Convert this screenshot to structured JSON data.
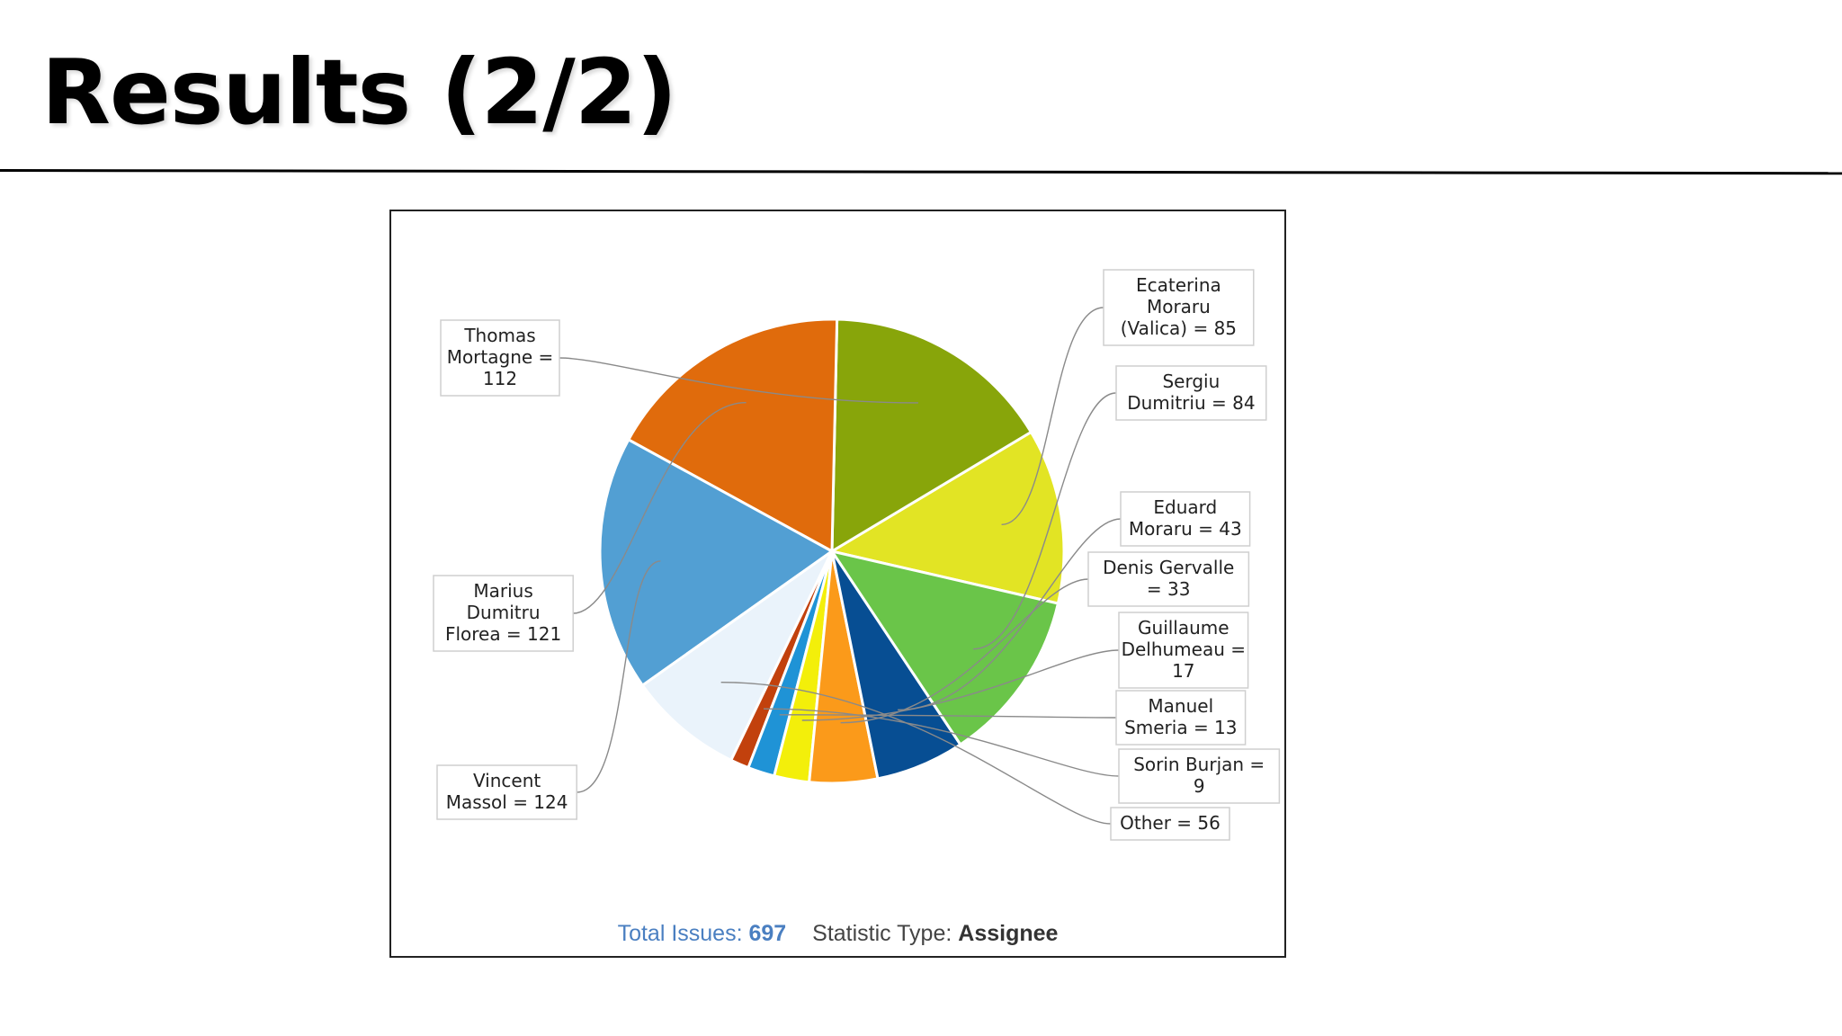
{
  "slide": {
    "title": "Results (2/2)"
  },
  "chart_data": {
    "type": "pie",
    "start_angle_deg": -13,
    "direction": "counterclockwise",
    "slices": [
      {
        "label_lines": [
          "Ecaterina",
          "Moraru",
          "(Valica) = 85"
        ],
        "name": "Ecaterina Moraru (Valica)",
        "value": 85,
        "color": "#e2e424"
      },
      {
        "label_lines": [
          "Thomas",
          "Mortagne =",
          "112"
        ],
        "name": "Thomas Mortagne",
        "value": 112,
        "color": "#88a50a"
      },
      {
        "label_lines": [
          "Marius",
          "Dumitru",
          "Florea = 121"
        ],
        "name": "Marius Dumitru Florea",
        "value": 121,
        "color": "#e06b0c"
      },
      {
        "label_lines": [
          "Vincent",
          "Massol = 124"
        ],
        "name": "Vincent Massol",
        "value": 124,
        "color": "#529fd3"
      },
      {
        "label_lines": [
          "Other = 56"
        ],
        "name": "Other",
        "value": 56,
        "color": "#eaf3fb"
      },
      {
        "label_lines": [
          "Sorin Burjan =",
          "9"
        ],
        "name": "Sorin Burjan",
        "value": 9,
        "color": "#c2410d"
      },
      {
        "label_lines": [
          "Manuel",
          "Smeria = 13"
        ],
        "name": "Manuel Smeria",
        "value": 13,
        "color": "#1f93d6"
      },
      {
        "label_lines": [
          "Guillaume",
          "Delhumeau =",
          "17"
        ],
        "name": "Guillaume Delhumeau",
        "value": 17,
        "color": "#f3ef0a"
      },
      {
        "label_lines": [
          "Denis Gervalle",
          "= 33"
        ],
        "name": "Denis Gervalle",
        "value": 33,
        "color": "#fb9a1a"
      },
      {
        "label_lines": [
          "Eduard",
          "Moraru = 43"
        ],
        "name": "Eduard Moraru",
        "value": 43,
        "color": "#074e93"
      },
      {
        "label_lines": [
          "Sergiu",
          "Dumitriu = 84"
        ],
        "name": "Sergiu Dumitriu",
        "value": 84,
        "color": "#6ac549"
      }
    ],
    "footer": {
      "total_label": "Total Issues:",
      "total_value": "697",
      "stat_label": "Statistic Type:",
      "stat_value": "Assignee"
    }
  }
}
